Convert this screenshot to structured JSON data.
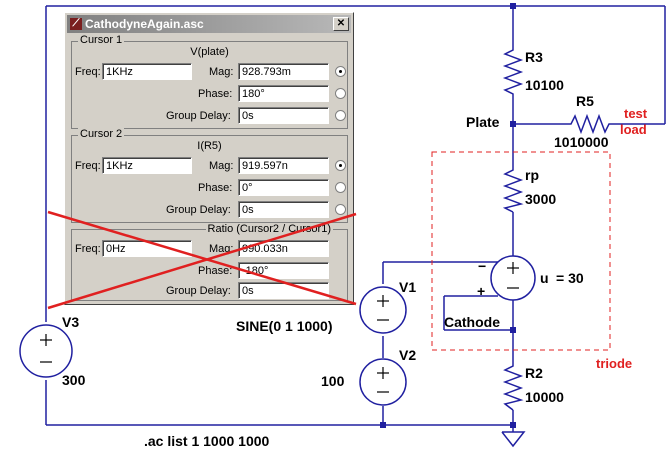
{
  "dialog": {
    "title": "CathodyneAgain.asc",
    "close_glyph": "✕",
    "cursor1": {
      "legend": "Cursor 1",
      "trace": "V(plate)",
      "freq_label": "Freq:",
      "freq": "1KHz",
      "mag_label": "Mag:",
      "mag": "928.793m",
      "phase_label": "Phase:",
      "phase": "180°",
      "gd_label": "Group Delay:",
      "gd": "0s"
    },
    "cursor2": {
      "legend": "Cursor 2",
      "trace": "I(R5)",
      "freq_label": "Freq:",
      "freq": "1KHz",
      "mag_label": "Mag:",
      "mag": "919.597n",
      "phase_label": "Phase:",
      "phase": "0°",
      "gd_label": "Group Delay:",
      "gd": "0s"
    },
    "ratio": {
      "trace": "Ratio (Cursor2 / Cursor1)",
      "freq_label": "Freq:",
      "freq": "0Hz",
      "mag_label": "Mag:",
      "mag": "990.033n",
      "phase_label": "Phase:",
      "phase": "-180°",
      "gd_label": "Group Delay:",
      "gd": "0s"
    },
    "cross_color": "#e02020"
  },
  "schematic": {
    "r3_name": "R3",
    "r3_value": "10100",
    "r5_name": "R5",
    "r5_value": "1010000",
    "plate_label": "Plate",
    "test_label": "test",
    "load_label": "load",
    "rp_name": "rp",
    "rp_value": "3000",
    "u_name": "u",
    "u_value": "= 30",
    "plus_sign": "+",
    "minus_sign": "−",
    "cathode_label": "Cathode",
    "triode_label": "triode",
    "r2_name": "R2",
    "r2_value": "10000",
    "v1_name": "V1",
    "v1_value": "SINE(0 1 1000)",
    "v2_name": "V2",
    "v2_value": "100",
    "v3_name": "V3",
    "v3_value": "300",
    "directive": ".ac list 1 1000 1000",
    "wire_color": "#2020a0",
    "accent_red": "#e02020"
  }
}
